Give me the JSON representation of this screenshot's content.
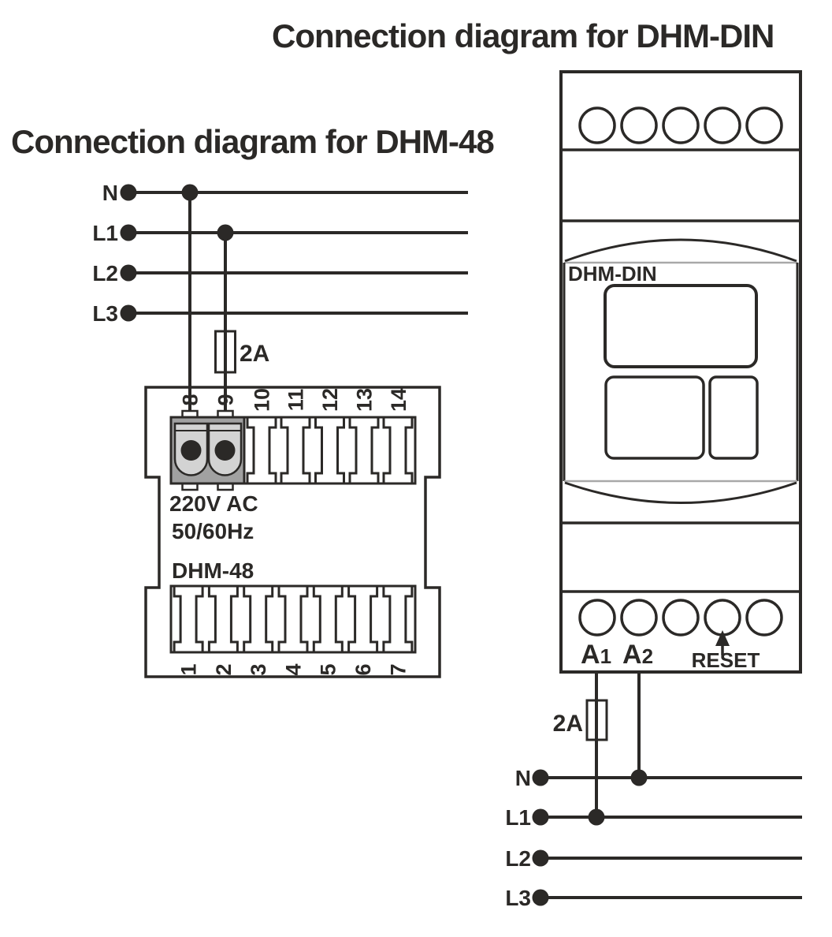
{
  "titles": {
    "dhm_din": "Connection diagram for DHM-DIN",
    "dhm_48": "Connection diagram for DHM-48"
  },
  "dhm48": {
    "phases": [
      "N",
      "L1",
      "L2",
      "L3"
    ],
    "fuse_label": "2A",
    "power_rating": "220V AC",
    "frequency": "50/60Hz",
    "device_name": "DHM-48",
    "top_terminals": [
      "8",
      "9",
      "10",
      "11",
      "12",
      "13",
      "14"
    ],
    "bottom_terminals": [
      "1",
      "2",
      "3",
      "4",
      "5",
      "6",
      "7"
    ]
  },
  "dhmdin": {
    "device_name": "DHM-DIN",
    "fuse_label": "2A",
    "terminal_a1": {
      "letter": "A",
      "digit": "1"
    },
    "terminal_a2": {
      "letter": "A",
      "digit": "2"
    },
    "reset_label": "RESET",
    "phases": [
      "N",
      "L1",
      "L2",
      "L3"
    ]
  },
  "colors": {
    "ink": "#2b2927",
    "block_fill": "#a1a1a1",
    "terminal_fill": "#d3d3d3",
    "thin_line": "#a9a9a9"
  }
}
